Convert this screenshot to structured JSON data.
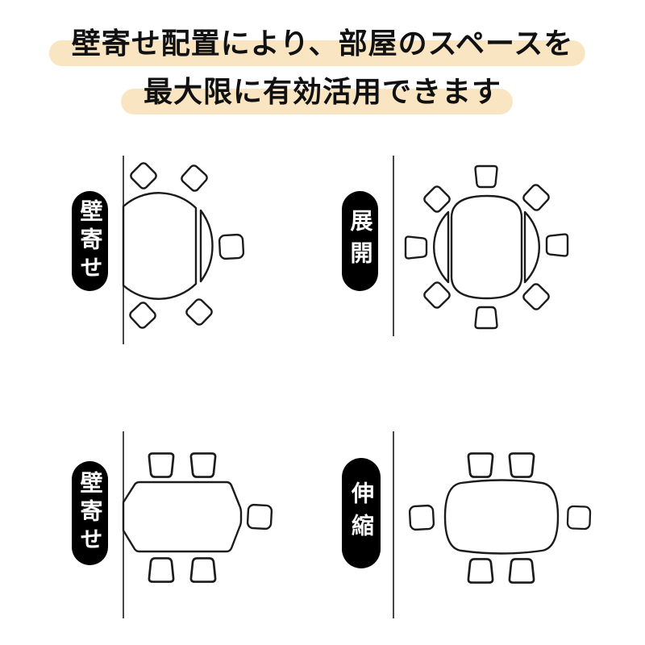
{
  "heading": {
    "line1": "壁寄せ配置により、部屋のスペースを",
    "line2": "最大限に有効活用できます",
    "highlight_color": "#F9E5C2",
    "text_color": "#111111"
  },
  "diagrams": [
    {
      "label": "壁寄せ",
      "scene": "round-drop-leaf-table-folded-against-wall",
      "chair_count": 5
    },
    {
      "label": "展開",
      "scene": "round-table-both-leaves-opened",
      "chair_count": 8
    },
    {
      "label": "壁寄せ",
      "scene": "oval-table-end-against-wall",
      "chair_count": 5
    },
    {
      "label": "伸縮",
      "scene": "extendable-oval-table-free-standing",
      "chair_count": 6
    }
  ],
  "colors": {
    "pill_background": "#000000",
    "pill_text": "#FFFFFF",
    "furniture_line": "#1B1B1B",
    "wall_line": "#474747",
    "background": "#FFFFFF"
  }
}
